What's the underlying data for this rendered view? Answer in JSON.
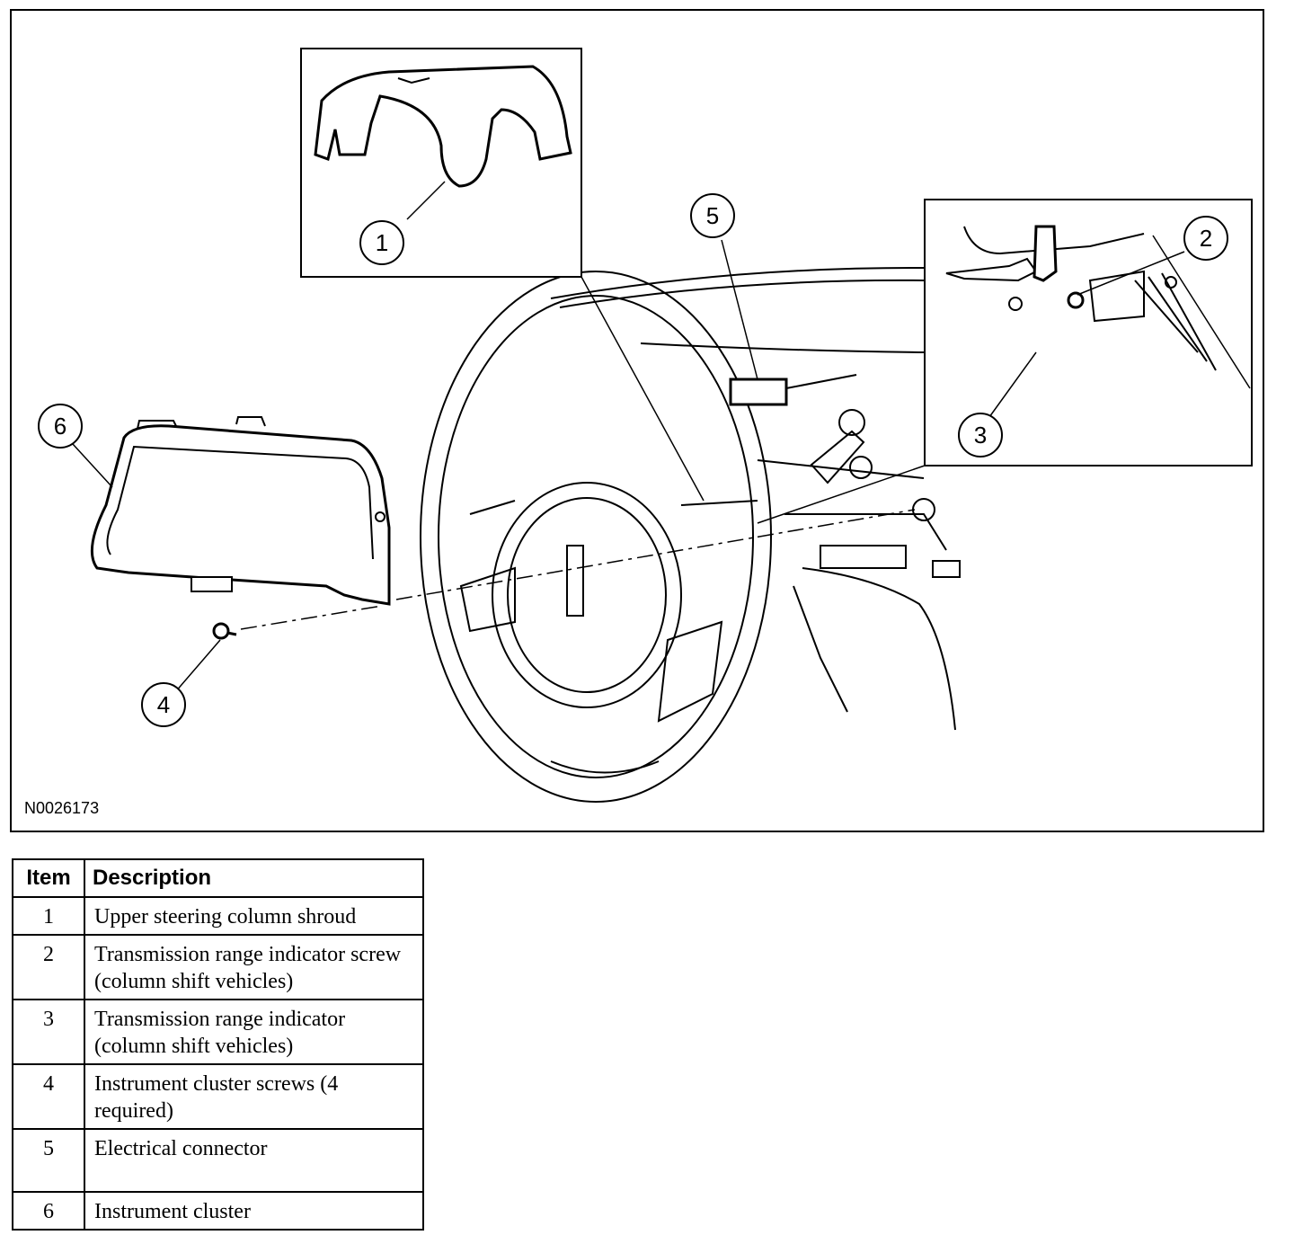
{
  "figure": {
    "id": "N0026173",
    "callouts": [
      "1",
      "2",
      "3",
      "4",
      "5",
      "6"
    ],
    "components": [
      "upper-steering-column-shroud",
      "transmission-range-indicator-screw",
      "transmission-range-indicator",
      "instrument-cluster-screw",
      "electrical-connector",
      "instrument-cluster",
      "steering-wheel",
      "instrument-panel"
    ]
  },
  "legend": {
    "headers": {
      "item": "Item",
      "description": "Description"
    },
    "rows": [
      {
        "item": "1",
        "description": "Upper steering column shroud"
      },
      {
        "item": "2",
        "description": "Transmission range indicator screw (column shift vehicles)"
      },
      {
        "item": "3",
        "description": "Transmission range indicator (column shift vehicles)"
      },
      {
        "item": "4",
        "description": "Instrument cluster screws (4 required)"
      },
      {
        "item": "5",
        "description": "Electrical connector"
      },
      {
        "item": "6",
        "description": "Instrument cluster"
      }
    ]
  }
}
